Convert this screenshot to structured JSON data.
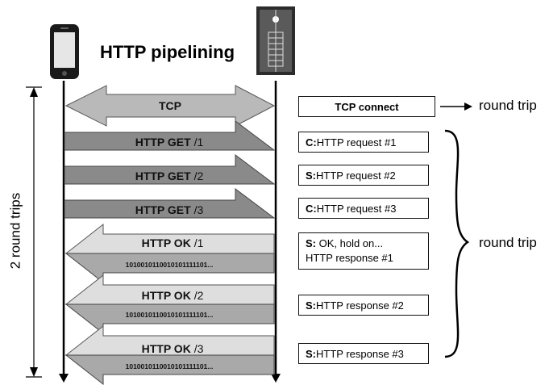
{
  "title": "HTTP pipelining",
  "icons": {
    "client": "smartphone-icon",
    "server": "server-rack-icon"
  },
  "colors": {
    "dark_arrow": "#8a8a8a",
    "light_arrow": "#dedede",
    "mid_arrow": "#a9a9a9",
    "tcp_arrow": "#b9b9b9"
  },
  "exchanges": [
    {
      "label_bold": "TCP",
      "label_rest": ""
    },
    {
      "label_bold": "HTTP GET",
      "label_rest": " /1"
    },
    {
      "label_bold": "HTTP GET",
      "label_rest": " /2"
    },
    {
      "label_bold": "HTTP GET",
      "label_rest": " /3"
    },
    {
      "label_bold": "HTTP OK",
      "label_rest": " /1",
      "payload": "1010010110010101111101..."
    },
    {
      "label_bold": "HTTP OK",
      "label_rest": " /2",
      "payload": "1010010110010101111101..."
    },
    {
      "label_bold": "HTTP OK",
      "label_rest": " /3",
      "payload": "1010010110010101111101..."
    }
  ],
  "notes": {
    "tcp_connect": "TCP connect",
    "c1_prefix": "C:",
    "c1_text": " HTTP request #1",
    "s2_prefix": "S:",
    "s2_text": " HTTP request #2",
    "c3_prefix": "C:",
    "c3_text": " HTTP request #3",
    "ok1_prefix": "S:",
    "ok1_line1": " OK, hold on...",
    "ok1_line2": "HTTP response #1",
    "r2_prefix": "S:",
    "r2_text": " HTTP response #2",
    "r3_prefix": "S:",
    "r3_text": " HTTP response #3"
  },
  "labels": {
    "round_trip_top": "round trip",
    "round_trip_brace": "round trip",
    "two_round_trips": "2 round trips"
  }
}
